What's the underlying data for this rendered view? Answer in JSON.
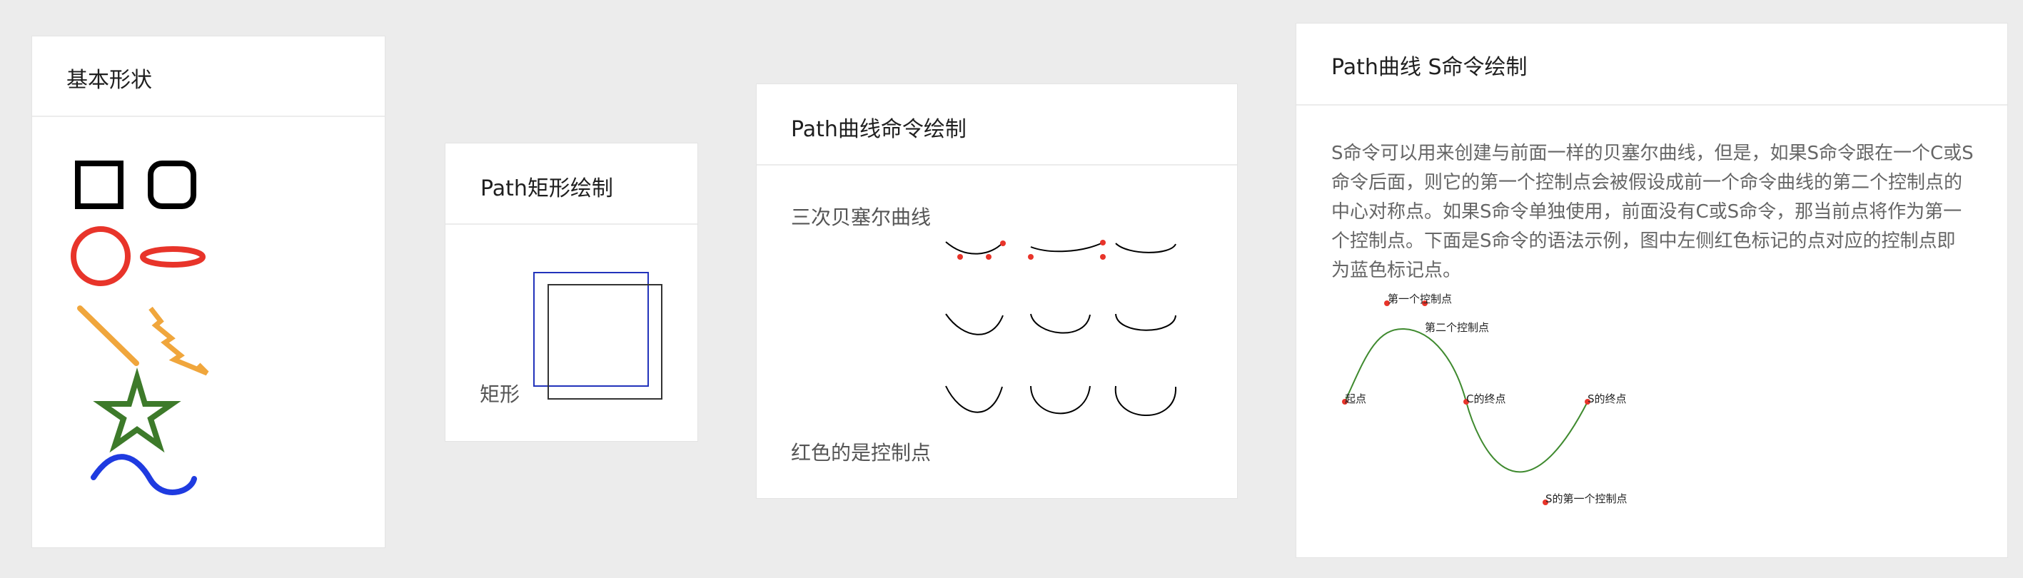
{
  "basic_shapes": {
    "title": "基本形状"
  },
  "path_rect": {
    "title": "Path矩形绘制",
    "label": "矩形"
  },
  "path_curve": {
    "title": "Path曲线命令绘制",
    "bezier_label": "三次贝塞尔曲线",
    "footer_label": "红色的是控制点"
  },
  "s_command": {
    "title": "Path曲线 S命令绘制",
    "paragraph": "S命令可以用来创建与前面一样的贝塞尔曲线，但是，如果S命令跟在一个C或S命令后面，则它的第一个控制点会被假设成前一个命令曲线的第二个控制点的中心对称点。如果S命令单独使用，前面没有C或S命令，那当前点将作为第一个控制点。下面是S命令的语法示例，图中左侧红色标记的点对应的控制点即为蓝色标记点。",
    "annotations": {
      "first_control": "第一个控制点",
      "second_control": "第二个控制点",
      "start": "起点",
      "c_end": "C的终点",
      "s_end": "S的终点",
      "s_first_control": "S的第一个控制点"
    }
  },
  "colors": {
    "background": "#ececec",
    "card": "#ffffff",
    "red": "#e8342a",
    "orange": "#f0a63c",
    "green": "#3d7a2a",
    "blue": "#1f3be0",
    "rect_blue": "#2233bb",
    "curve_green": "#3f8a2f"
  }
}
